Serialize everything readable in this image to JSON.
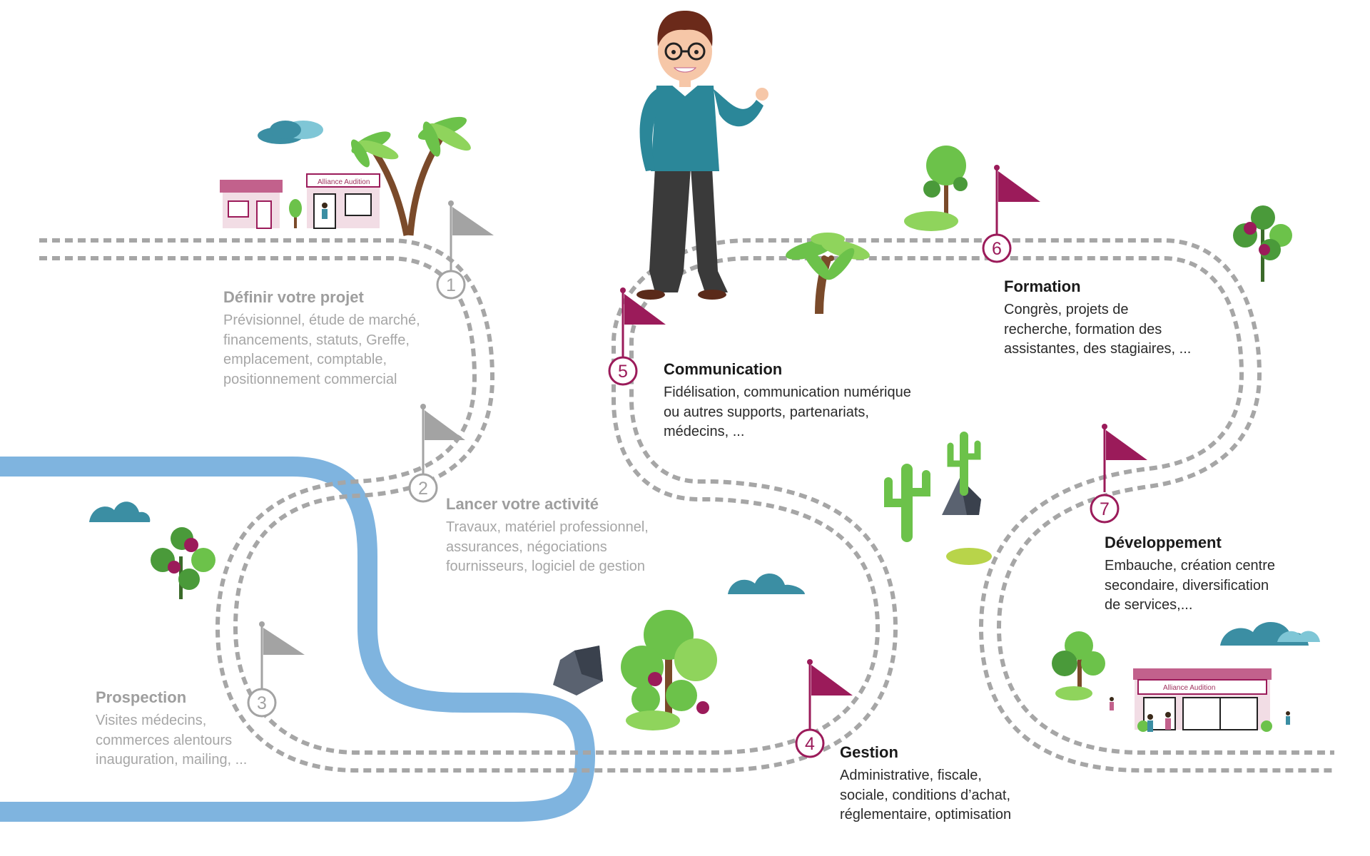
{
  "brand": {
    "shop_sign": "Alliance Audition"
  },
  "colors": {
    "road": "#a6a6a6",
    "river": "#7fb4df",
    "done_flag": "#a3a3a3",
    "active_flag": "#9b1b5a",
    "done_text": "#a6a6a6",
    "active_text": "#1a1a1a"
  },
  "steps": [
    {
      "number": "1",
      "state": "done",
      "title": "Définir votre projet",
      "lines": [
        "Prévisionnel, étude de marché,",
        "financements, statuts, Greffe,",
        "emplacement, comptable,",
        "positionnement commercial"
      ]
    },
    {
      "number": "2",
      "state": "done",
      "title": "Lancer votre activité",
      "lines": [
        "Travaux, matériel professionnel,",
        "assurances, négociations",
        "fournisseurs, logiciel de gestion"
      ]
    },
    {
      "number": "3",
      "state": "done",
      "title": "Prospection",
      "lines": [
        "Visites médecins,",
        "commerces alentours",
        "inauguration, mailing, ..."
      ]
    },
    {
      "number": "4",
      "state": "active",
      "title": "Gestion",
      "lines": [
        "Administrative, fiscale,",
        "sociale, conditions d’achat,",
        "réglementaire, optimisation"
      ]
    },
    {
      "number": "5",
      "state": "active",
      "title": "Communication",
      "lines": [
        "Fidélisation, communication numérique",
        "ou autres supports, partenariats,",
        "médecins, ..."
      ]
    },
    {
      "number": "6",
      "state": "active",
      "title": "Formation",
      "lines": [
        "Congrès, projets de",
        "recherche, formation des",
        "assistantes, des stagiaires, ..."
      ]
    },
    {
      "number": "7",
      "state": "active",
      "title": "Développement",
      "lines": [
        "Embauche, création centre",
        "secondaire, diversification",
        "de services,..."
      ]
    }
  ]
}
